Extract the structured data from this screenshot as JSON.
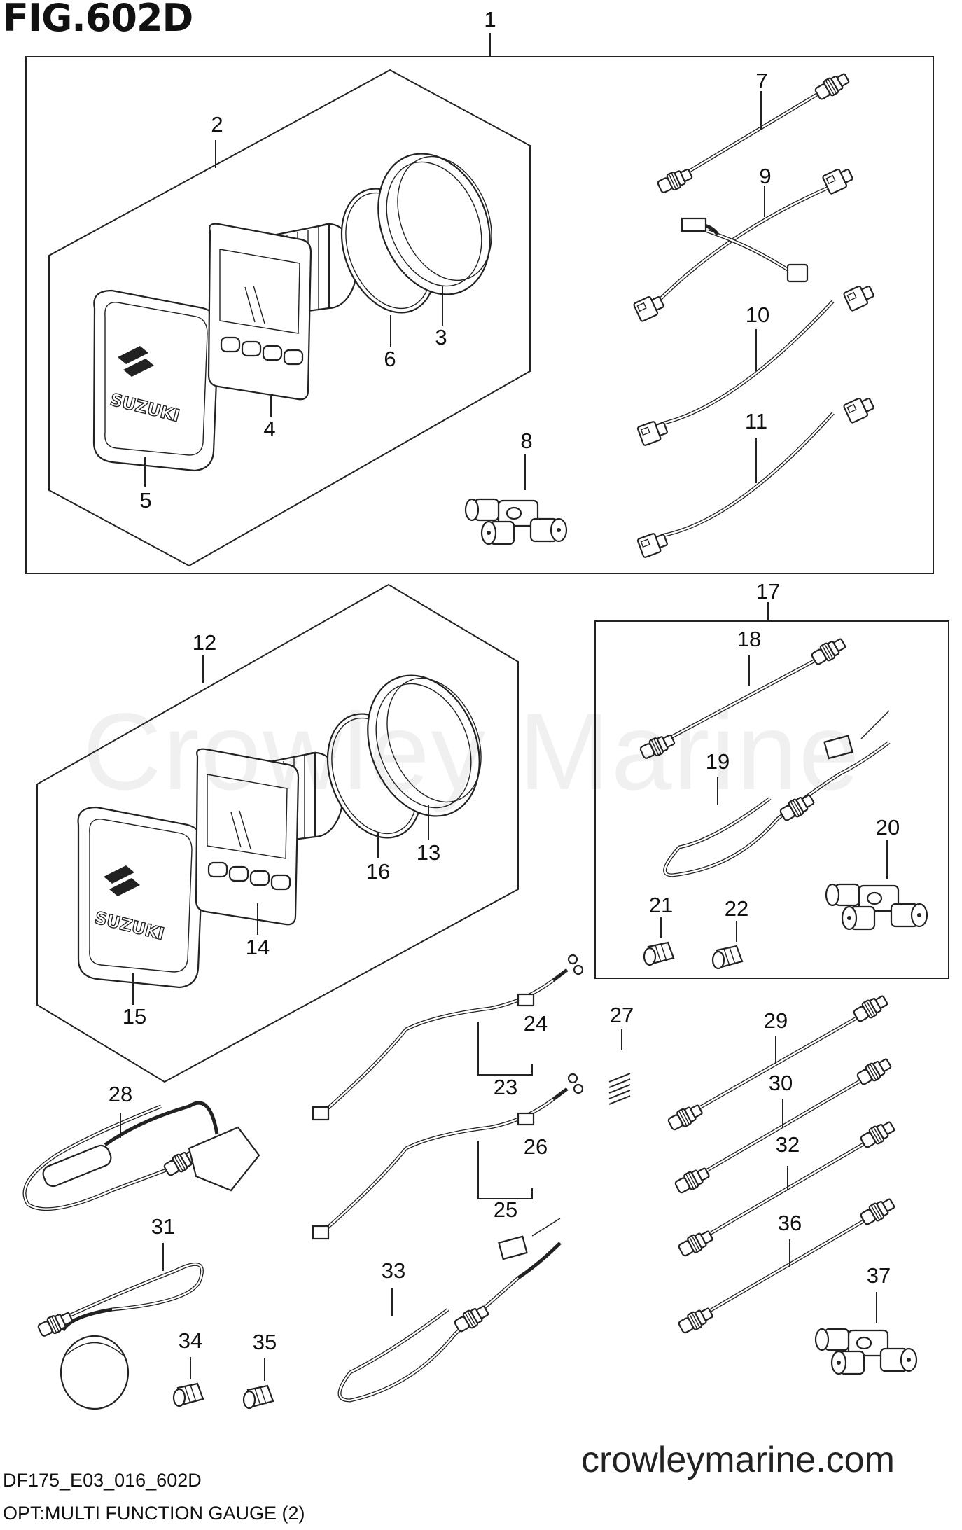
{
  "figure_title": "FIG.602D",
  "watermark": "Crowley Marine",
  "website": "crowleymarine.com",
  "diagram_code": "DF175_E03_016_602D",
  "caption": "OPT:MULTI FUNCTION GAUGE (2)",
  "gauge_brand": "SUZUKI",
  "callouts": [
    "1",
    "2",
    "3",
    "4",
    "5",
    "6",
    "7",
    "8",
    "9",
    "10",
    "11",
    "12",
    "13",
    "14",
    "15",
    "16",
    "17",
    "18",
    "19",
    "20",
    "21",
    "22",
    "23",
    "24",
    "25",
    "26",
    "27",
    "28",
    "29",
    "30",
    "31",
    "32",
    "33",
    "34",
    "35",
    "36",
    "37"
  ]
}
